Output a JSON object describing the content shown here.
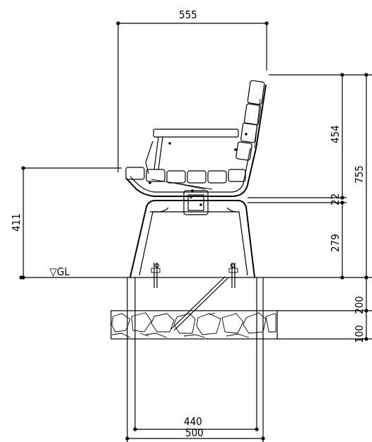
{
  "dimensions": {
    "total_depth": "555",
    "back_height": "454",
    "total_height": "755",
    "seat_gap": "22",
    "frame_height": "279",
    "seat_height": "411",
    "foundation_depth": "200",
    "base_thickness": "100",
    "inner_width": "440",
    "outer_width": "500"
  },
  "labels": {
    "ground_line": "▽GL"
  }
}
